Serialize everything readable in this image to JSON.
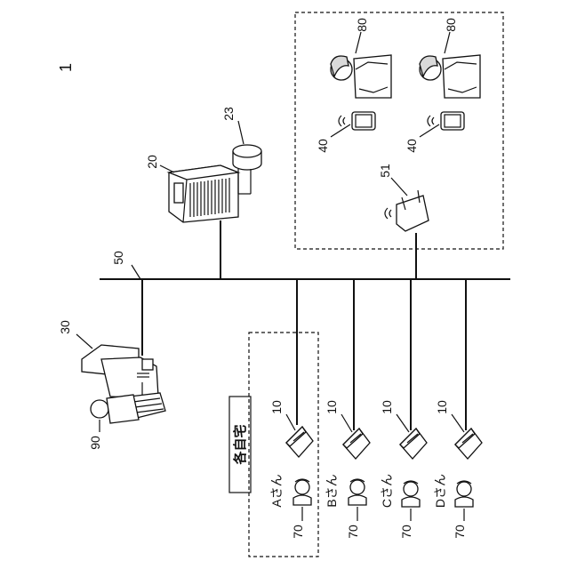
{
  "figure": {
    "system_ref": "1"
  },
  "network": {
    "ref": "50"
  },
  "server": {
    "ref": "20",
    "database_ref": "23"
  },
  "terminal": {
    "ref": "30"
  },
  "person": {
    "ref": "90"
  },
  "router": {
    "ref": "51"
  },
  "staff": [
    {
      "person_ref": "80",
      "tablet_ref": "40"
    },
    {
      "person_ref": "80",
      "tablet_ref": "40"
    }
  ],
  "homes": {
    "label": "各自宅",
    "users": [
      {
        "name": "Aさん",
        "device_ref": "10",
        "person_ref": "70"
      },
      {
        "name": "Bさん",
        "device_ref": "10",
        "person_ref": "70"
      },
      {
        "name": "Cさん",
        "device_ref": "10",
        "person_ref": "70"
      },
      {
        "name": "Dさん",
        "device_ref": "10",
        "person_ref": "70"
      }
    ]
  }
}
